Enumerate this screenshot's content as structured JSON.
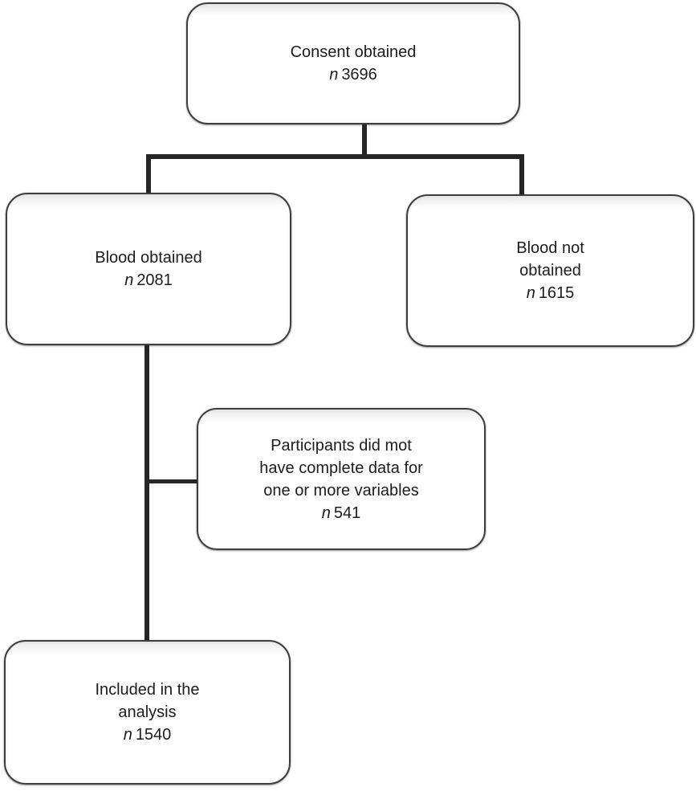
{
  "colors": {
    "background": "#ffffff",
    "box_border": "#3e3e3e",
    "box_fill": "#ffffff",
    "connector_line": "#262626",
    "text": "#1c1c1c"
  },
  "nodes": {
    "consent": {
      "lines": [
        "Consent obtained"
      ],
      "n_prefix": "n",
      "n_value": "3696"
    },
    "blood_obtained": {
      "lines": [
        "Blood obtained"
      ],
      "n_prefix": "n",
      "n_value": "2081"
    },
    "blood_not_obtained": {
      "lines": [
        "Blood not",
        "obtained"
      ],
      "n_prefix": "n",
      "n_value": "1615"
    },
    "incomplete_data": {
      "lines": [
        "Participants did mot",
        "have complete data for",
        "one or more variables"
      ],
      "n_prefix": "n",
      "n_value": "541"
    },
    "included": {
      "lines": [
        "Included in the",
        "analysis"
      ],
      "n_prefix": "n",
      "n_value": "1540"
    }
  }
}
